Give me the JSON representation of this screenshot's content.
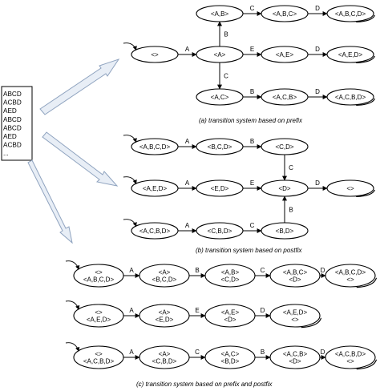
{
  "log": [
    "ABCD",
    "ACBD",
    "AED",
    "ABCD",
    "ABCD",
    "AED",
    "ACBD",
    "..."
  ],
  "captions": {
    "a": "(a) transition system based on prefix",
    "b": "(b) transition system based on postfix",
    "c": "(c) transition system based on prefix and postfix"
  },
  "states_a": {
    "init": "<>",
    "a": "<A>",
    "ab": "<A,B>",
    "abc": "<A,B,C>",
    "abcd": "<A,B,C,D>",
    "ae": "<A,E>",
    "aed": "<A,E,D>",
    "ac": "<A,C>",
    "acb": "<A,C,B>",
    "acbd": "<A,C,B,D>"
  },
  "states_b": {
    "abcd": "<A,B,C,D>",
    "bcd": "<B,C,D>",
    "cd": "<C,D>",
    "aed": "<A,E,D>",
    "ed": "<E,D>",
    "d": "<D>",
    "empty": "<>",
    "acbd": "<A,C,B,D>",
    "cbd": "<C,B,D>",
    "bd": "<B,D>"
  },
  "states_c": {
    "r1": [
      [
        "<>",
        "<A,B,C,D>"
      ],
      [
        "<A>",
        "<B,C,D>"
      ],
      [
        "<A,B>",
        "<C,D>"
      ],
      [
        "<A,B,C>",
        "<D>"
      ],
      [
        "<A,B,C,D>",
        "<>"
      ]
    ],
    "r2": [
      [
        "<>",
        "<A,E,D>"
      ],
      [
        "<A>",
        "<E,D>"
      ],
      [
        "<A,E>",
        "<D>"
      ],
      [
        "<A,E,D>",
        "<>"
      ]
    ],
    "r3": [
      [
        "<>",
        "<A,C,B,D>"
      ],
      [
        "<A>",
        "<C,B,D>"
      ],
      [
        "<A,C>",
        "<B,D>"
      ],
      [
        "<A,C,B>",
        "<D>"
      ],
      [
        "<A,C,B,D>",
        "<>"
      ]
    ]
  },
  "labels": {
    "a": {
      "init_a": "A",
      "a_ab": "B",
      "ab_abc": "C",
      "abc_abcd": "D",
      "a_ae": "E",
      "ae_aed": "D",
      "a_ac": "C",
      "ac_acb": "B",
      "acb_acbd": "D"
    },
    "b": {
      "abcd_bcd": "A",
      "bcd_cd": "B",
      "cd_d": "C",
      "aed_ed": "A",
      "ed_d": "E",
      "d_empty": "D",
      "acbd_cbd": "A",
      "cbd_bd": "C",
      "bd_d": "B"
    },
    "c": {
      "r1": [
        "A",
        "B",
        "C",
        "D"
      ],
      "r2": [
        "A",
        "E",
        "D"
      ],
      "r3": [
        "A",
        "C",
        "B",
        "D"
      ]
    }
  }
}
